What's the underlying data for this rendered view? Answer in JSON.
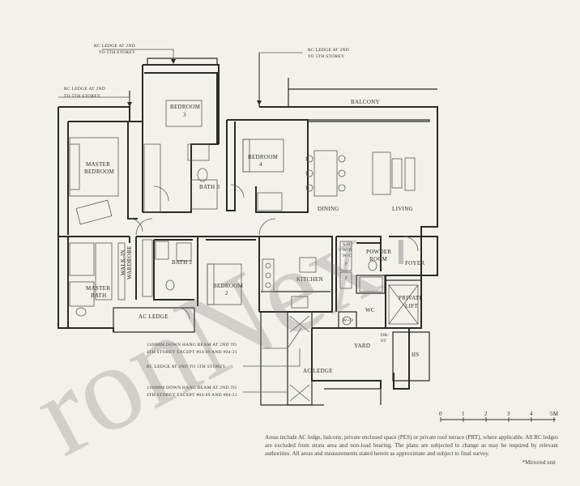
{
  "rooms": {
    "balcony": "BALCONY",
    "bedroom3": [
      "BEDROOM",
      "3"
    ],
    "bedroom4": [
      "BEDROOM",
      "4"
    ],
    "master_bedroom": [
      "MASTER",
      "BEDROOM"
    ],
    "bath3": "BATH 3",
    "dining": "DINING",
    "living": "LIVING",
    "walk_in_wardrobe": [
      "WALK-IN",
      "WARDROBE"
    ],
    "bath2": "BATH 2",
    "bedroom2": [
      "BEDROOM",
      "2"
    ],
    "master_bath": [
      "MASTER",
      "BATH"
    ],
    "kitchen": "KITCHEN",
    "powder_room": [
      "POWDER",
      "ROOM"
    ],
    "foyer": "FOYER",
    "private_lift": [
      "PRIVATE",
      "LIFT"
    ],
    "wc": "WC",
    "yard": "YARD",
    "hs": "HS",
    "ac_ledge_1": "AC LEDGE",
    "ac_ledge_2": "AC LEDGE",
    "sd_wd_wc": [
      "S/D",
      "W/D",
      "W/C"
    ],
    "f1": "F",
    "f2": "F",
    "wd": "W+D",
    "db_st": [
      "DB/",
      "ST"
    ]
  },
  "callouts": {
    "rc_ledge_top_left": [
      "RC LEDGE AT 2ND",
      "TO 5TH STOREY"
    ],
    "rc_ledge_top_center": [
      "RC LEDGE AT 2ND",
      "TO 5TH STOREY"
    ],
    "rc_ledge_top_right": [
      "RC LEDGE AT 2ND",
      "TO 5TH STOREY"
    ],
    "beam_1": [
      "1100MM DOWN HANG BEAM AT 2ND TO",
      "4TH STOREY EXCEPT #04-09 AND #04-21"
    ],
    "rc_ledge_mid": "RC LEDGE AT 2ND TO 5TH STOREY",
    "beam_2": [
      "1100MM DOWN HANG BEAM AT 2ND TO",
      "4TH STOREY EXCEPT #04-09 AND #04-21"
    ]
  },
  "scale": {
    "ticks": [
      "0",
      "1",
      "2",
      "3",
      "4",
      "5M"
    ]
  },
  "watermark": "ronNex",
  "footnote": "Areas include AC ledge, balcony, private enclosed space (PES) or private roof terrace (PRT), where applicable. All RC ledges are excluded from strata area and non-load bearing. The plans are subjected to change as may be required by relevant authorities. All areas and measurements stated herein as approximate and subject to final survey.",
  "mirrored_note": "*Mirrored unit"
}
